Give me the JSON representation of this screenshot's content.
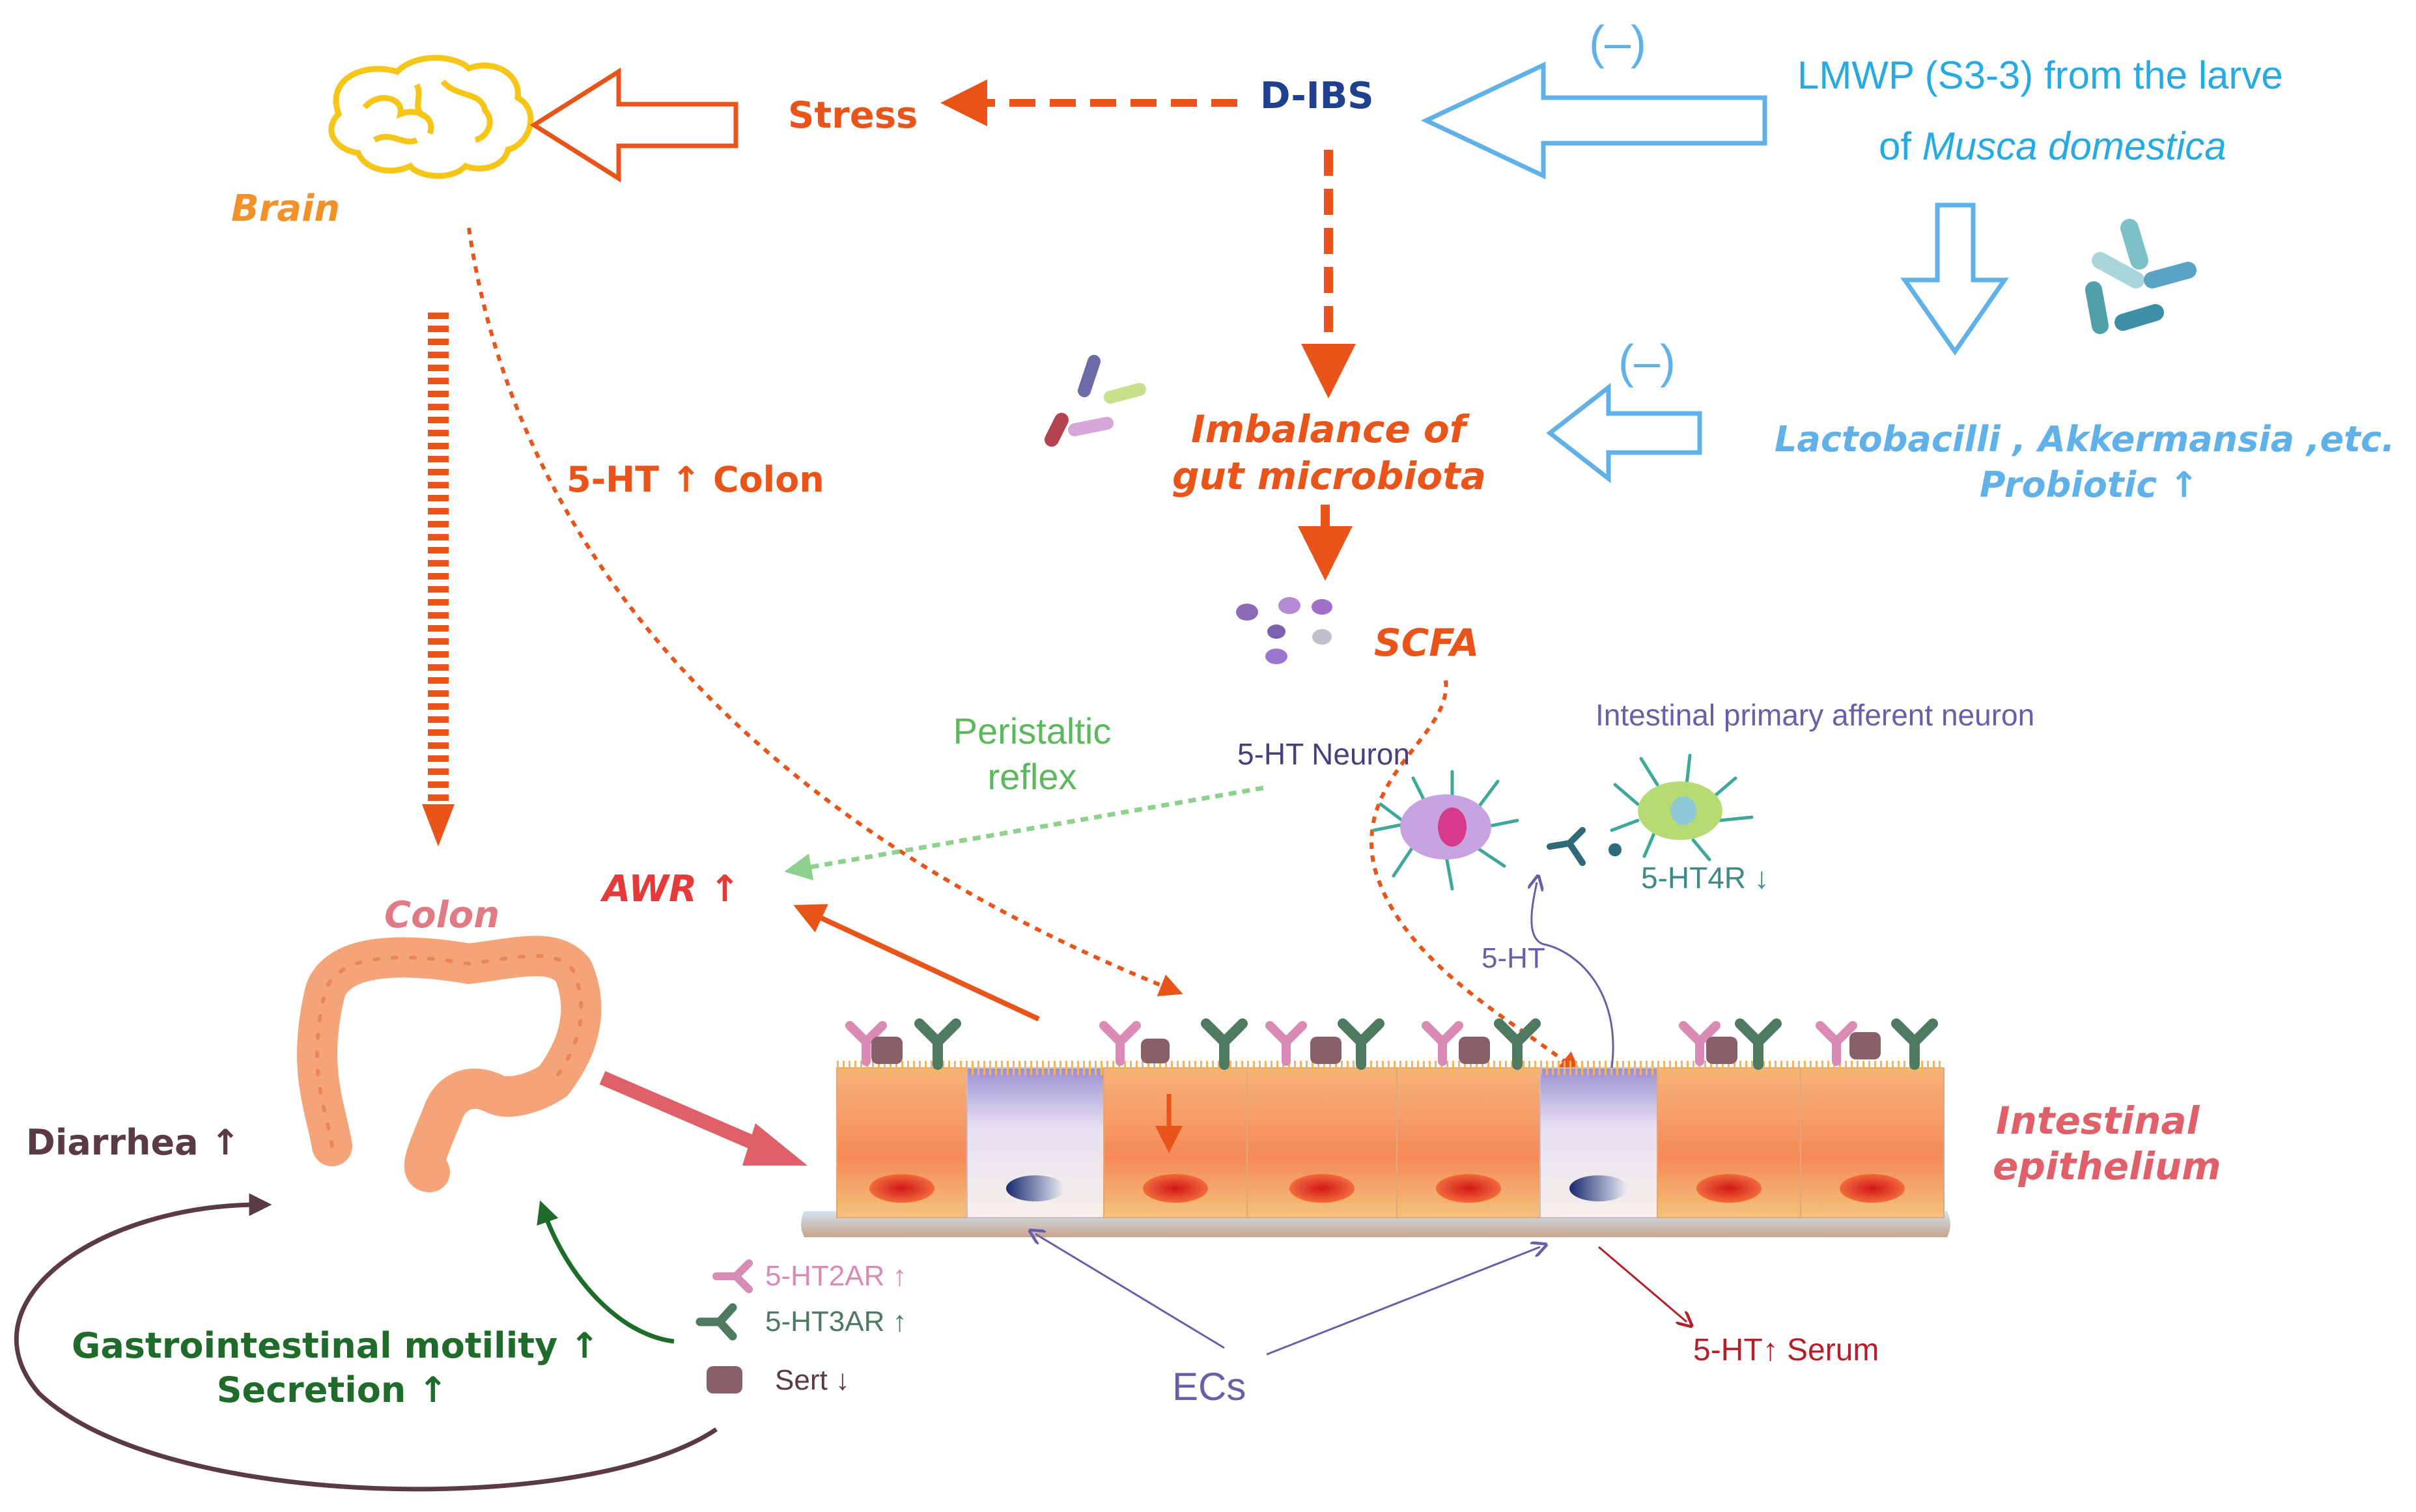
{
  "nodes": {
    "brain": "Brain",
    "stress": "Stress",
    "dibs": "D-IBS",
    "lmwp_line1": "LMWP (S3-3) from the larve",
    "lmwp_line2_prefix": "of ",
    "lmwp_line2_species": "Musca domestica",
    "inhibit_top": "(–)",
    "inhibit_mid": "(–)",
    "probiotics_line1": "Lactobacilli , Akkermansia ,etc.",
    "probiotics_line2": "Probiotic ↑",
    "imbalance_line1": "Imbalance of",
    "imbalance_line2": "gut microbiota",
    "scfa": "SCFA",
    "ht_colon": "5-HT ↑  Colon",
    "peristaltic_line1": "Peristaltic",
    "peristaltic_line2": "reflex",
    "ht_neuron": "5-HT Neuron",
    "afferent_neuron": "Intestinal primary afferent neuron",
    "ht4r": "5-HT4R ↓",
    "ht_small": "5-HT",
    "awr": "AWR ↑",
    "colon": "Colon",
    "intestinal_line1": "Intestinal",
    "intestinal_line2": "epithelium",
    "diarrhea": "Diarrhea ↑",
    "gi_line1": "Gastrointestinal motility ↑",
    "gi_line2": "Secretion ↑",
    "ecs": "ECs",
    "ht_serum": "5-HT↑ Serum"
  },
  "legend": [
    {
      "label": "5-HT2AR ↑",
      "icon": "5-ht2ar-receptor-icon",
      "color": "#d98bb5"
    },
    {
      "label": "5-HT3AR ↑",
      "icon": "5-ht3ar-receptor-icon",
      "color": "#4e7a62"
    },
    {
      "label": "Sert ↓",
      "icon": "sert-transporter-icon",
      "color": "#8a6068"
    }
  ],
  "colors": {
    "orange": "#e8541a",
    "dark_blue": "#1f3f8f",
    "light_blue": "#5fb1e8",
    "cyan": "#27a9e1",
    "green": "#5cb85c",
    "dark_green": "#1e6b2a",
    "pink_red": "#e0606a",
    "maroon": "#5a3a44",
    "purple": "#6a5ea8",
    "dark_red": "#b3202a",
    "brain_yellow": "#f5c518",
    "colon_orange": "#f5a47a"
  }
}
